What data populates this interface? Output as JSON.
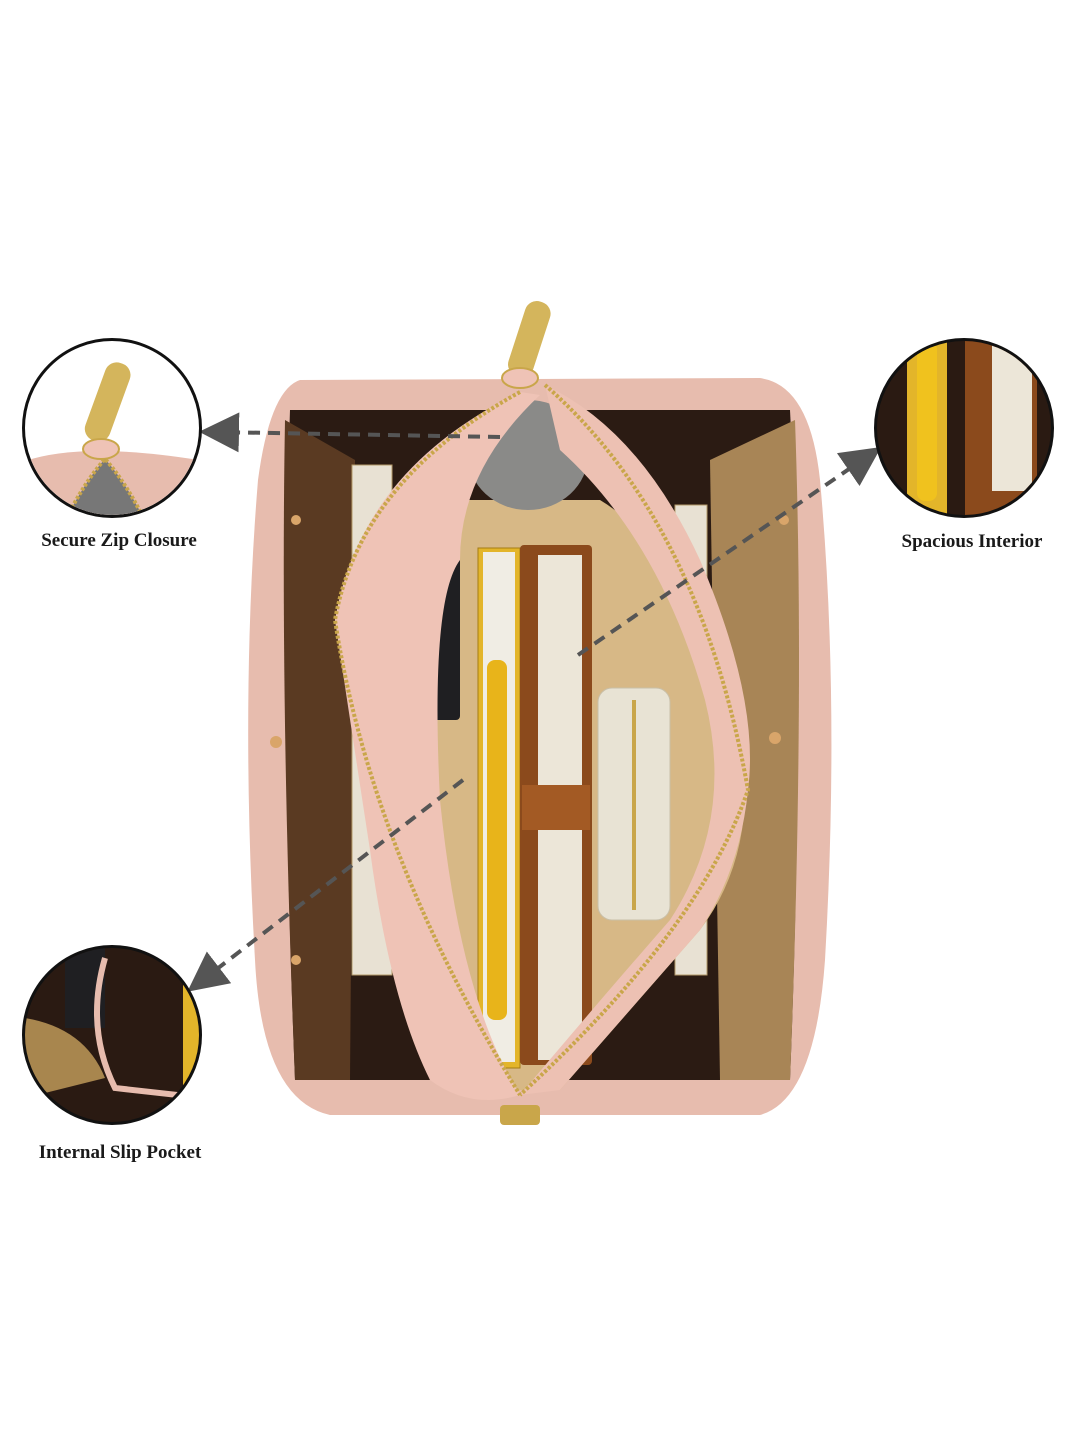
{
  "callouts": [
    {
      "label": "Secure Zip Closure",
      "icon": "zip-closeup-icon"
    },
    {
      "label": "Spacious Interior",
      "icon": "interior-closeup-icon"
    },
    {
      "label": "Internal Slip Pocket",
      "icon": "pocket-closeup-icon"
    }
  ],
  "colors": {
    "bag_pink": "#e9bfb2",
    "lining_tan": "#d9b98a",
    "interior_dark": "#2a1a12",
    "arrow": "#555555",
    "zip_gold": "#c9a64a"
  }
}
